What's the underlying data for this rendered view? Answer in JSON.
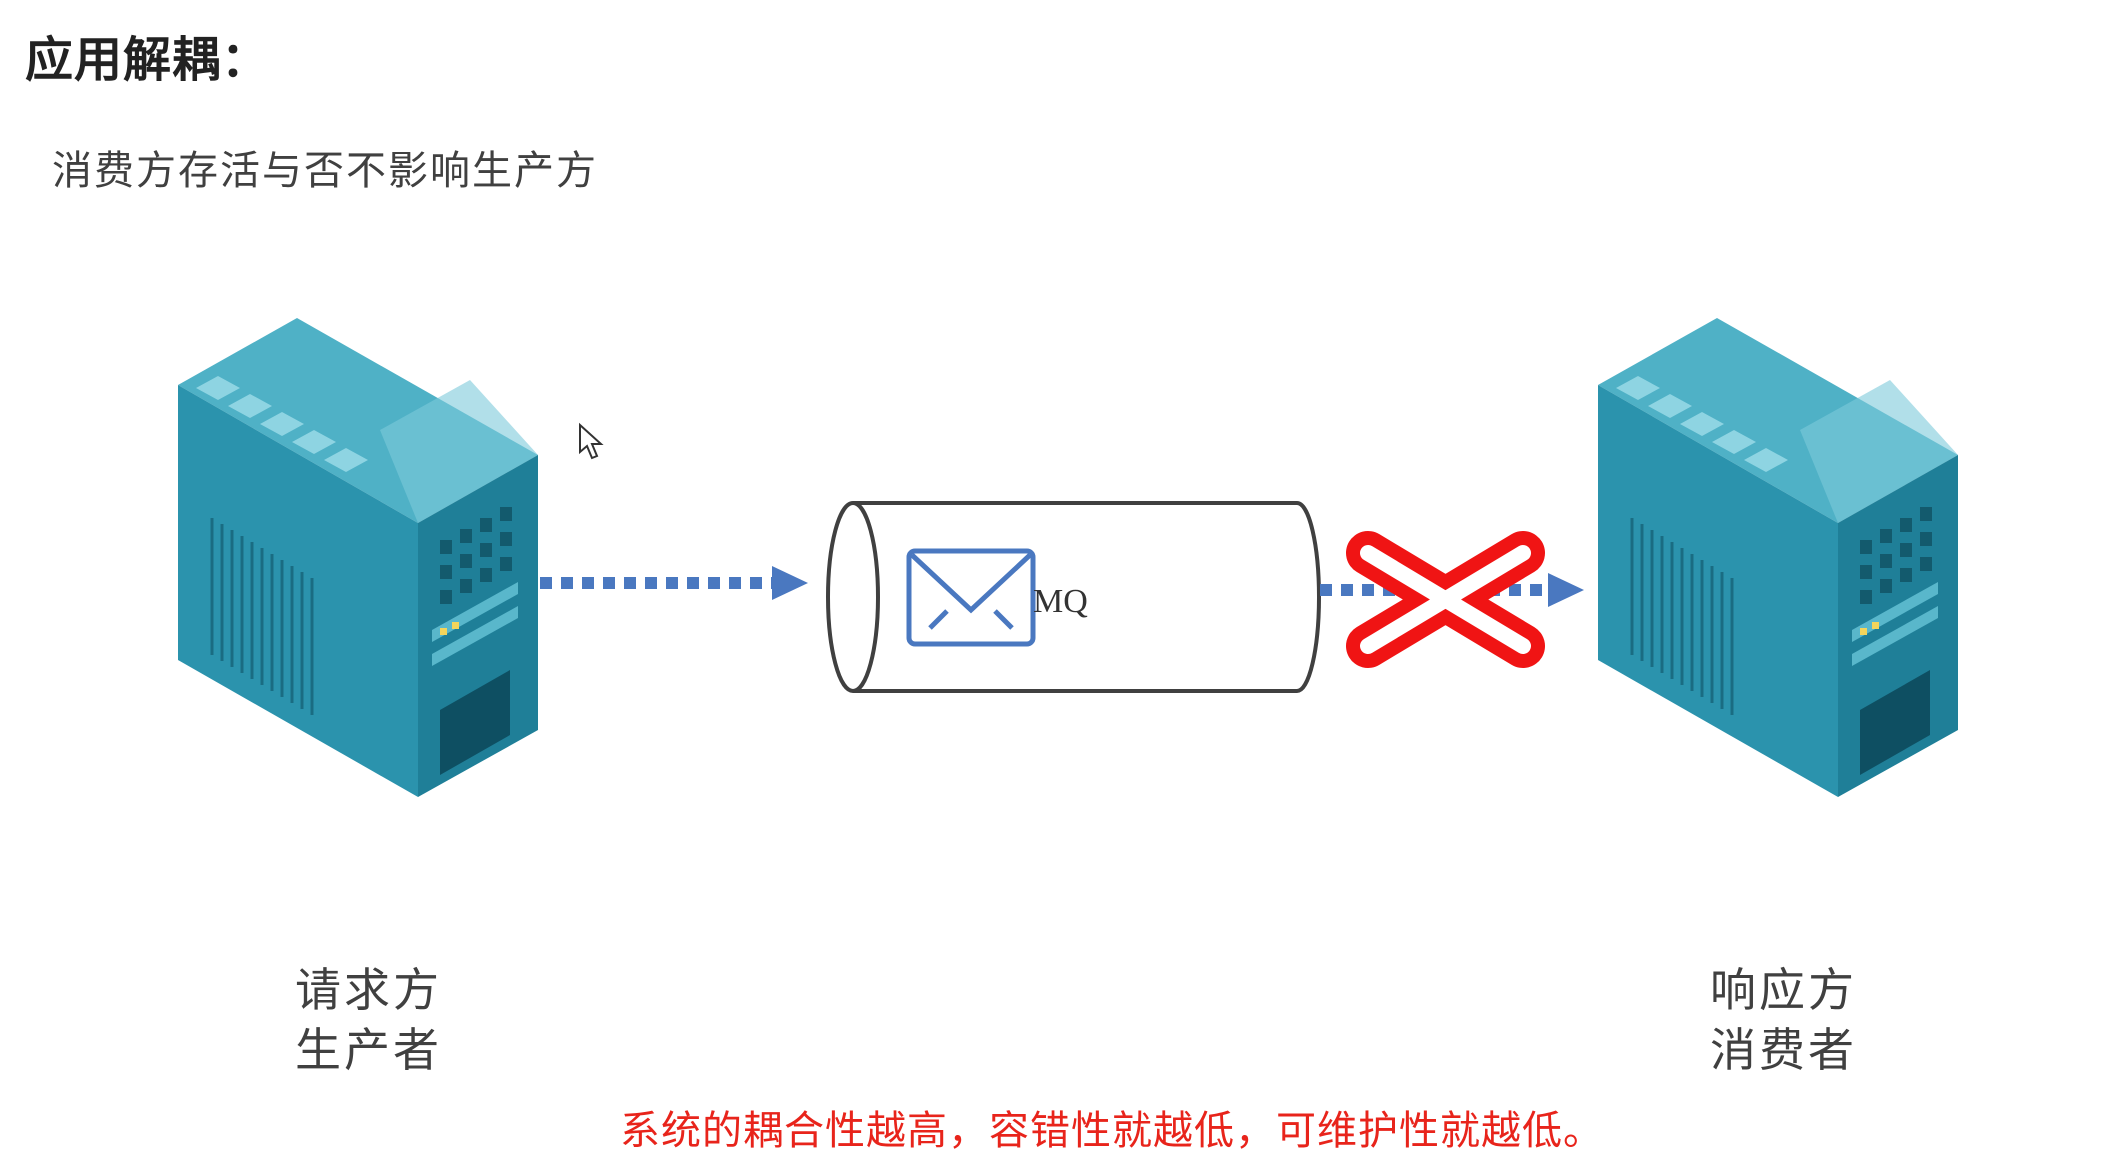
{
  "header": {
    "title": "应用解耦：",
    "subtitle": "消费方存活与否不影响生产方"
  },
  "diagram": {
    "queue_label": "MQ",
    "producer": {
      "line1": "请求方",
      "line2": "生产者"
    },
    "consumer": {
      "line1": "响应方",
      "line2": "消费者"
    }
  },
  "footer": {
    "note": "系统的耦合性越高，容错性就越低，可维护性就越低。"
  },
  "colors": {
    "server_front": "#2b93ad",
    "server_side": "#1f7f98",
    "server_top": "#4fb1c6",
    "arrow": "#4a78c0",
    "envelope": "#4a78c0",
    "cross": "#f01414",
    "footer_text": "#e8241b"
  },
  "icons": [
    "server-icon",
    "envelope-icon",
    "cross-icon",
    "cursor-icon"
  ]
}
